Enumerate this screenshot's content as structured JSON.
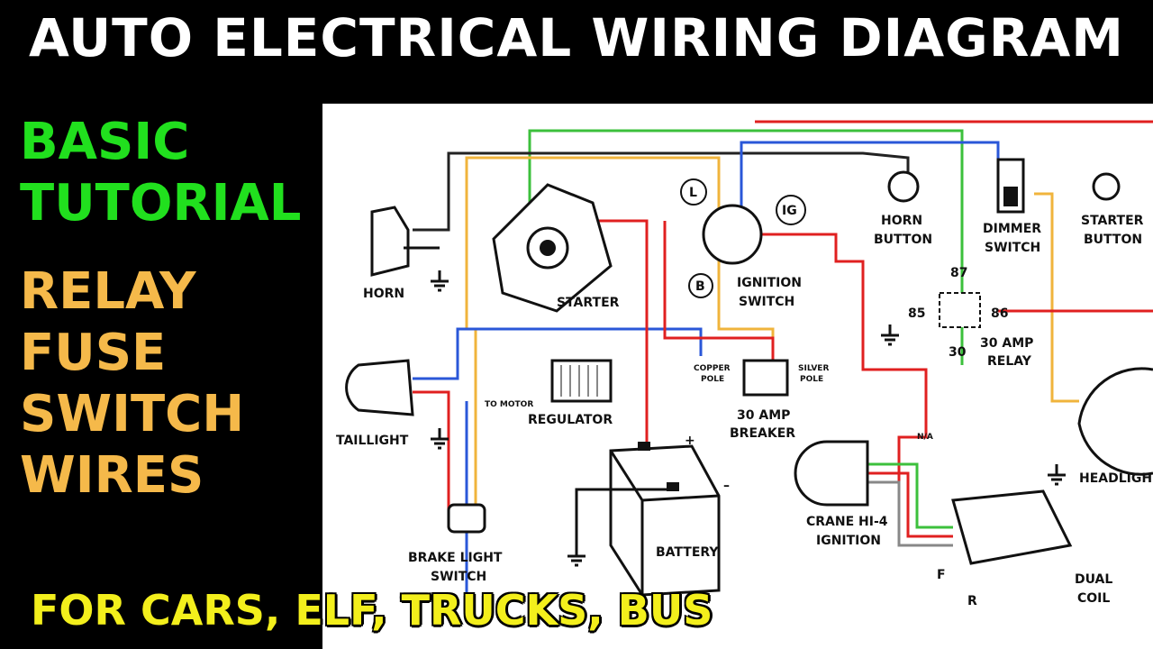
{
  "title": "AUTO ELECTRICAL WIRING DIAGRAM",
  "sidebar": {
    "green_lines": [
      "BASIC",
      "TUTORIAL"
    ],
    "orange_lines": [
      "RELAY",
      "FUSE",
      "SWITCH",
      "WIRES"
    ]
  },
  "footer": "FOR CARS, ELF, TRUCKS, BUS",
  "colors": {
    "title": "#ffffff",
    "green_text": "#21e01e",
    "orange_text": "#f5b94a",
    "footer_text": "#f3ef1c",
    "wire_red": "#e02020",
    "wire_green": "#3cc03c",
    "wire_blue": "#2a57d8",
    "wire_yellow": "#f0b43c",
    "wire_black": "#222222"
  },
  "diagram": {
    "components": {
      "horn": "HORN",
      "starter": "STARTER",
      "ignition_switch": [
        "IGNITION",
        "SWITCH"
      ],
      "horn_button": [
        "HORN",
        "BUTTON"
      ],
      "dimmer_switch": [
        "DIMMER",
        "SWITCH"
      ],
      "starter_button": [
        "STARTER",
        "BUTTON"
      ],
      "taillight": "TAILLIGHT",
      "regulator": "REGULATOR",
      "to_motor": "TO MOTOR",
      "breaker": [
        "30 AMP",
        "BREAKER"
      ],
      "copper_pole": [
        "COPPER",
        "POLE"
      ],
      "silver_pole": [
        "SILVER",
        "POLE"
      ],
      "relay": [
        "30 AMP",
        "RELAY"
      ],
      "headlight": "HEADLIGHT",
      "ignition_module": [
        "CRANE HI-4",
        "IGNITION"
      ],
      "brake_light_switch": [
        "BRAKE LIGHT",
        "SWITCH"
      ],
      "battery": "BATTERY",
      "dual_coil": [
        "DUAL",
        "COIL"
      ]
    },
    "terminals": {
      "L": "L",
      "IG": "IG",
      "B": "B",
      "relay_87": "87",
      "relay_85": "85",
      "relay_86": "86",
      "relay_30": "30",
      "na": "N/A",
      "F": "F",
      "R": "R",
      "plus": "+",
      "minus": "–"
    }
  }
}
